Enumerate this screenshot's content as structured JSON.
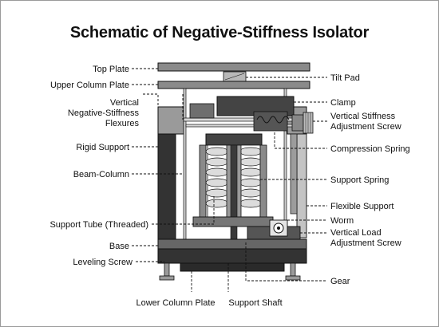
{
  "title": "Schematic of Negative-Stiffness Isolator",
  "labels": {
    "top_plate": "Top Plate",
    "upper_column_plate": "Upper Column Plate",
    "vertical_flexures_1": "Vertical",
    "vertical_flexures_2": "Negative-Stiffness",
    "vertical_flexures_3": "Flexures",
    "rigid_support": "Rigid Support",
    "beam_column": "Beam-Column",
    "support_tube": "Support Tube (Threaded)",
    "base": "Base",
    "leveling_screw": "Leveling Screw",
    "lower_column_plate": "Lower Column Plate",
    "support_shaft": "Support Shaft",
    "tilt_pad": "Tilt Pad",
    "clamp": "Clamp",
    "vs_adjust_1": "Vertical Stiffness",
    "vs_adjust_2": "Adjustment Screw",
    "compression_spring": "Compression Spring",
    "support_spring": "Support Spring",
    "flexible_support": "Flexible Support",
    "worm": "Worm",
    "vl_adjust_1": "Vertical Load",
    "vl_adjust_2": "Adjustment Screw",
    "gear": "Gear"
  },
  "colors": {
    "dark": "#2e2e2e",
    "mid": "#7a7a7a",
    "light": "#b4b4b4",
    "pale": "#d6d6d6",
    "line": "#111111"
  }
}
